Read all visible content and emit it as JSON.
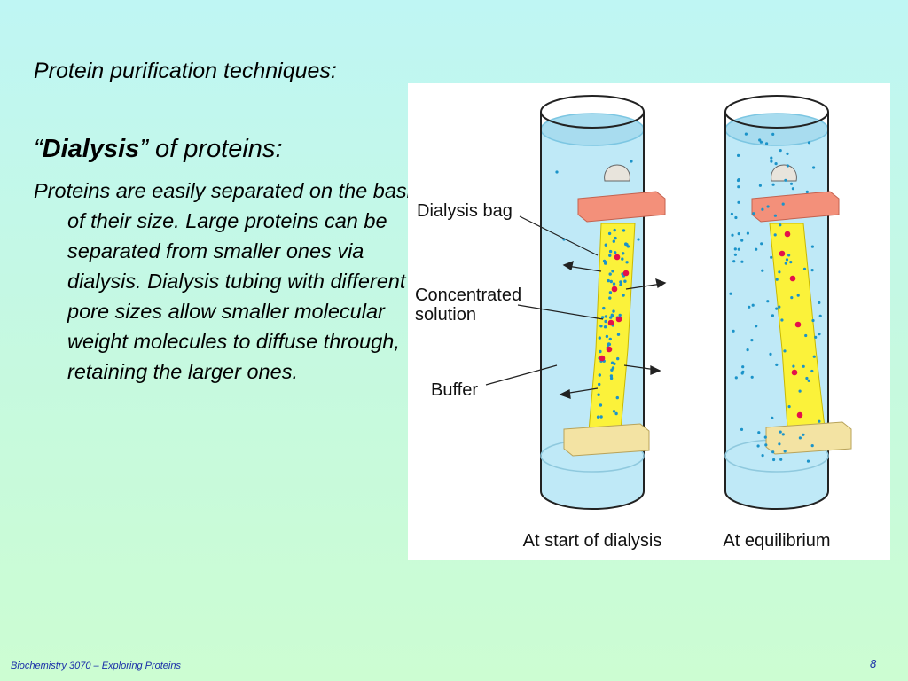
{
  "slide": {
    "subtitle": "Protein purification techniques:",
    "heading": {
      "open_quote": "“",
      "bold_word": "Dialysis",
      "rest": "” of proteins:"
    },
    "body": "Proteins are easily separated on the basis of their size. Large proteins can be separated from smaller ones via dialysis.  Dialysis tubing with different pore sizes allow smaller molecular weight molecules to diffuse through, retaining the larger ones.",
    "footer": "Biochemistry 3070 – Exploring Proteins",
    "page_number": "8"
  },
  "figure": {
    "labels": {
      "dialysis_bag": "Dialysis bag",
      "concentrated_line1": "Concentrated",
      "concentrated_line2": "solution",
      "buffer": "Buffer",
      "caption_left": "At start of dialysis",
      "caption_right": "At equilibrium"
    },
    "colors": {
      "buffer_fill": "#bfe9f7",
      "bag_fill": "#fbf23a",
      "clip_top": "#f3907a",
      "clip_bottom": "#f3e3a3",
      "large_molecule": "#e4104a",
      "small_molecule": "#1b93c9"
    }
  }
}
